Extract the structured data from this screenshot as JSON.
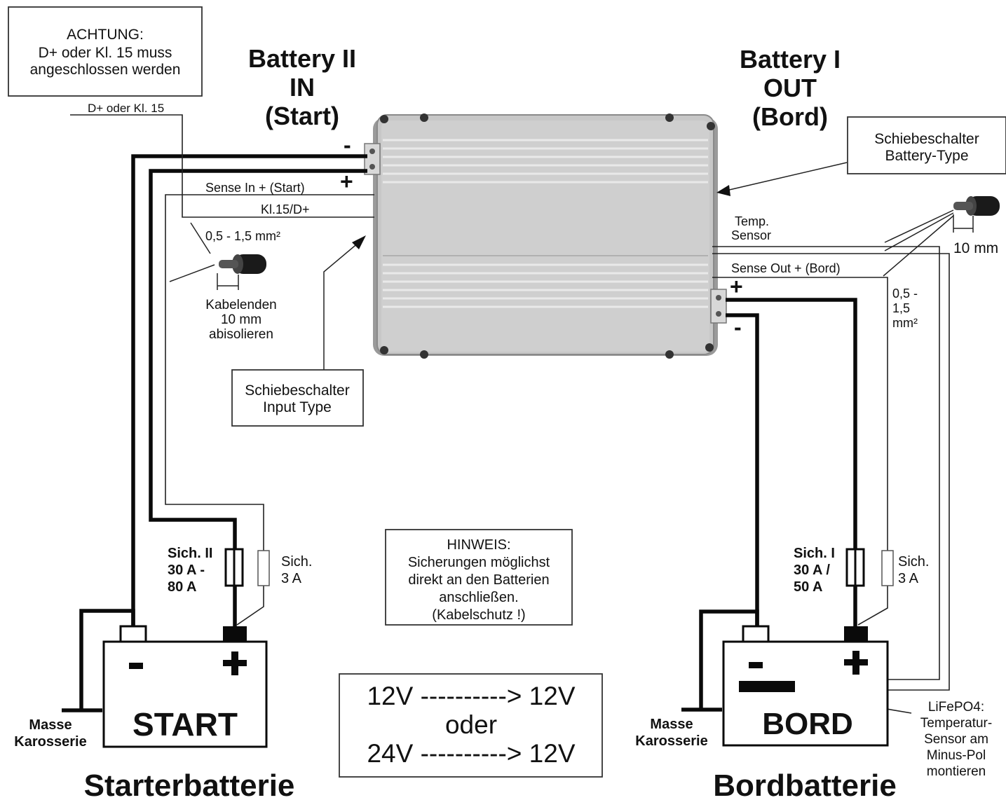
{
  "colors": {
    "device_body": "#c9c9c9",
    "device_shadow": "#9a9a9a",
    "wire": "#0a0a0a",
    "background": "#ffffff"
  },
  "labels": {
    "warning": [
      "ACHTUNG:",
      "D+ oder Kl. 15 muss",
      "angeschlossen werden"
    ],
    "battery2_heading": [
      "Battery II",
      "IN",
      "(Start)"
    ],
    "battery1_heading": [
      "Battery I",
      "OUT",
      "(Bord)"
    ],
    "dplus_line": "D+ oder Kl. 15",
    "sense_in": "Sense In + (Start)",
    "kl15": "Kl.15/D+",
    "cross_section_left": "0,5 - 1,5 mm²",
    "strip_note": [
      "Kabelenden",
      "10 mm",
      "abisolieren"
    ],
    "switch_input": [
      "Schiebeschalter",
      "Input Type"
    ],
    "switch_battery": [
      "Schiebeschalter",
      "Battery-Type"
    ],
    "temp_sensor": [
      "Temp.",
      "Sensor"
    ],
    "sense_out": "Sense Out + (Bord)",
    "strip_right": "10 mm",
    "cross_section_right": [
      "0,5 -",
      "1,5",
      "mm²"
    ],
    "minus": "-",
    "plus": "+",
    "fuse2": [
      "Sich. II",
      "30 A -",
      "80 A"
    ],
    "fuse2_small": [
      "Sich.",
      "3 A"
    ],
    "fuse1": [
      "Sich. I",
      "30 A /",
      "50 A"
    ],
    "fuse1_small": [
      "Sich.",
      "3 A"
    ],
    "hinweis": [
      "HINWEIS:",
      "Sicherungen möglichst",
      "direkt an den Batterien",
      "anschließen.",
      "(Kabelschutz !)"
    ],
    "voltage": [
      "12V ----------> 12V",
      "oder",
      "24V ----------> 12V"
    ],
    "ground": [
      "Masse",
      "Karosserie"
    ],
    "start_battery": "START",
    "bord_battery": "BORD",
    "starter_caption": "Starterbatterie",
    "bord_caption": "Bordbatterie",
    "lifepo4_note": [
      "LiFePO4:",
      "Temperatur-",
      "Sensor am",
      "Minus-Pol",
      "montieren"
    ]
  }
}
